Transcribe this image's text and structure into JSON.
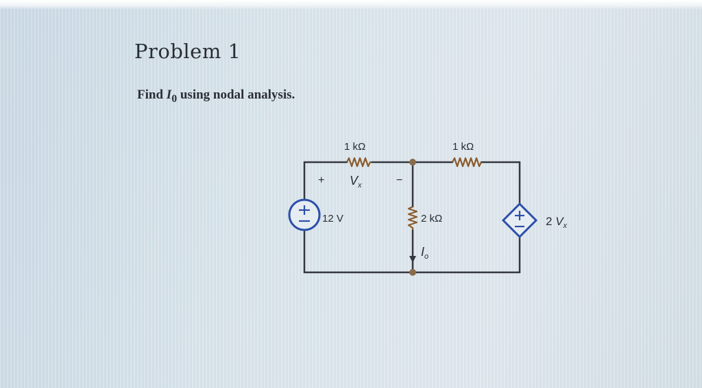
{
  "problem": {
    "title": "Problem 1",
    "prompt_prefix": "Find ",
    "prompt_var": "I",
    "prompt_sub": "0",
    "prompt_suffix": " using nodal analysis."
  },
  "circuit": {
    "r1_label": "1 kΩ",
    "r2_label": "1 kΩ",
    "r3_label": "2 kΩ",
    "source_label": "12 V",
    "plus_sign": "+",
    "minus_sign": "−",
    "vx_symbol": "V",
    "vx_sub": "x",
    "io_symbol": "I",
    "io_sub": "o",
    "dep_source_coeff": "2 ",
    "dep_source_symbol": "V",
    "dep_source_sub": "x"
  },
  "colors": {
    "wire": "#34373f",
    "resistor": "#8a5a2b",
    "source_ring": "#2c4fa8",
    "node_dot": "#8a6a4a"
  }
}
